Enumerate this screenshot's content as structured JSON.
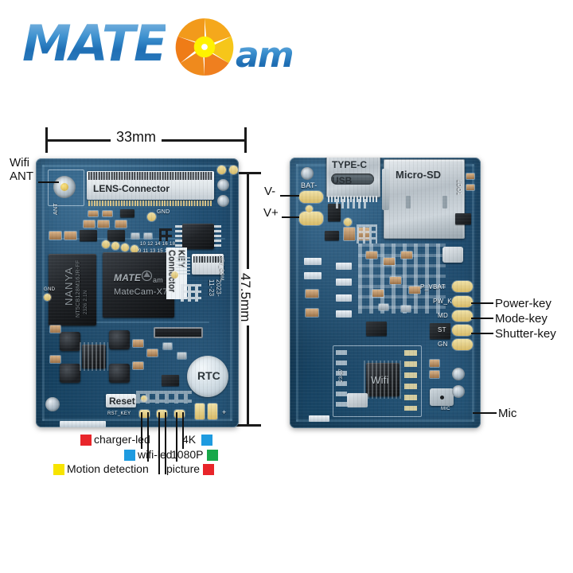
{
  "brand": {
    "logo_text_main": "MATE",
    "logo_text_sub": "am",
    "shutter_icon": "camera-shutter-icon",
    "colors": {
      "blue": "#2f7fc0",
      "orange": "#f08a1c",
      "yellow": "#f6c213"
    }
  },
  "dimensions": {
    "width_label": "33mm",
    "height_label": "47.5mm"
  },
  "front_board": {
    "name": "front-pcb",
    "labels": {
      "lens_connector": "LENS-Connector",
      "key_connector": "KEY Connector",
      "soc_brand": "MATE",
      "soc_brand_sub": "am",
      "soc_part": "MateCam-X7",
      "ram_part": "NANYA",
      "rtc": "RTC",
      "reset": "Reset",
      "date_code": "2023-11-23",
      "ant_silk": "ANT",
      "gnd_silk": "GND",
      "key_com_silk": "KEY_COM",
      "rst_silk": "RST_KEY"
    },
    "callouts": [
      {
        "id": "wifi-ant",
        "line1": "Wifi",
        "line2": "ANT"
      }
    ]
  },
  "back_board": {
    "name": "back-pcb",
    "labels": {
      "typec": "TYPE-C",
      "usb": "USB",
      "microsd": "Micro-SD",
      "wifi_chip": "Wifi",
      "bat_silk": "BAT-",
      "p_vbat_silk": "P_VBAT",
      "pw_k_silk": "PW_K",
      "md_silk": "MD",
      "st_silk": "ST",
      "gn_silk": "GN",
      "mic_silk": "MIC"
    },
    "callouts": [
      {
        "id": "v-minus",
        "text": "V-"
      },
      {
        "id": "v-plus",
        "text": "V+"
      },
      {
        "id": "power-key",
        "text": "Power-key"
      },
      {
        "id": "mode-key",
        "text": "Mode-key"
      },
      {
        "id": "shutter-key",
        "text": "Shutter-key"
      },
      {
        "id": "mic",
        "text": "Mic"
      }
    ]
  },
  "led_legend": [
    {
      "id": "charger-led",
      "label": "charger-led",
      "color": "#e8252a",
      "swatch_side": "left"
    },
    {
      "id": "wifi-led",
      "label": "wifi-led",
      "color": "#1e9be0",
      "swatch_side": "left"
    },
    {
      "id": "motion-detection",
      "label": "Motion detection",
      "color": "#f7e400",
      "swatch_side": "left"
    },
    {
      "id": "4k",
      "label": "4K",
      "color": "#1e9be0",
      "swatch_side": "right"
    },
    {
      "id": "1080p",
      "label": "1080P",
      "color": "#18a84a",
      "swatch_side": "right"
    },
    {
      "id": "picture",
      "label": "picture",
      "color": "#e8252a",
      "swatch_side": "right"
    }
  ]
}
